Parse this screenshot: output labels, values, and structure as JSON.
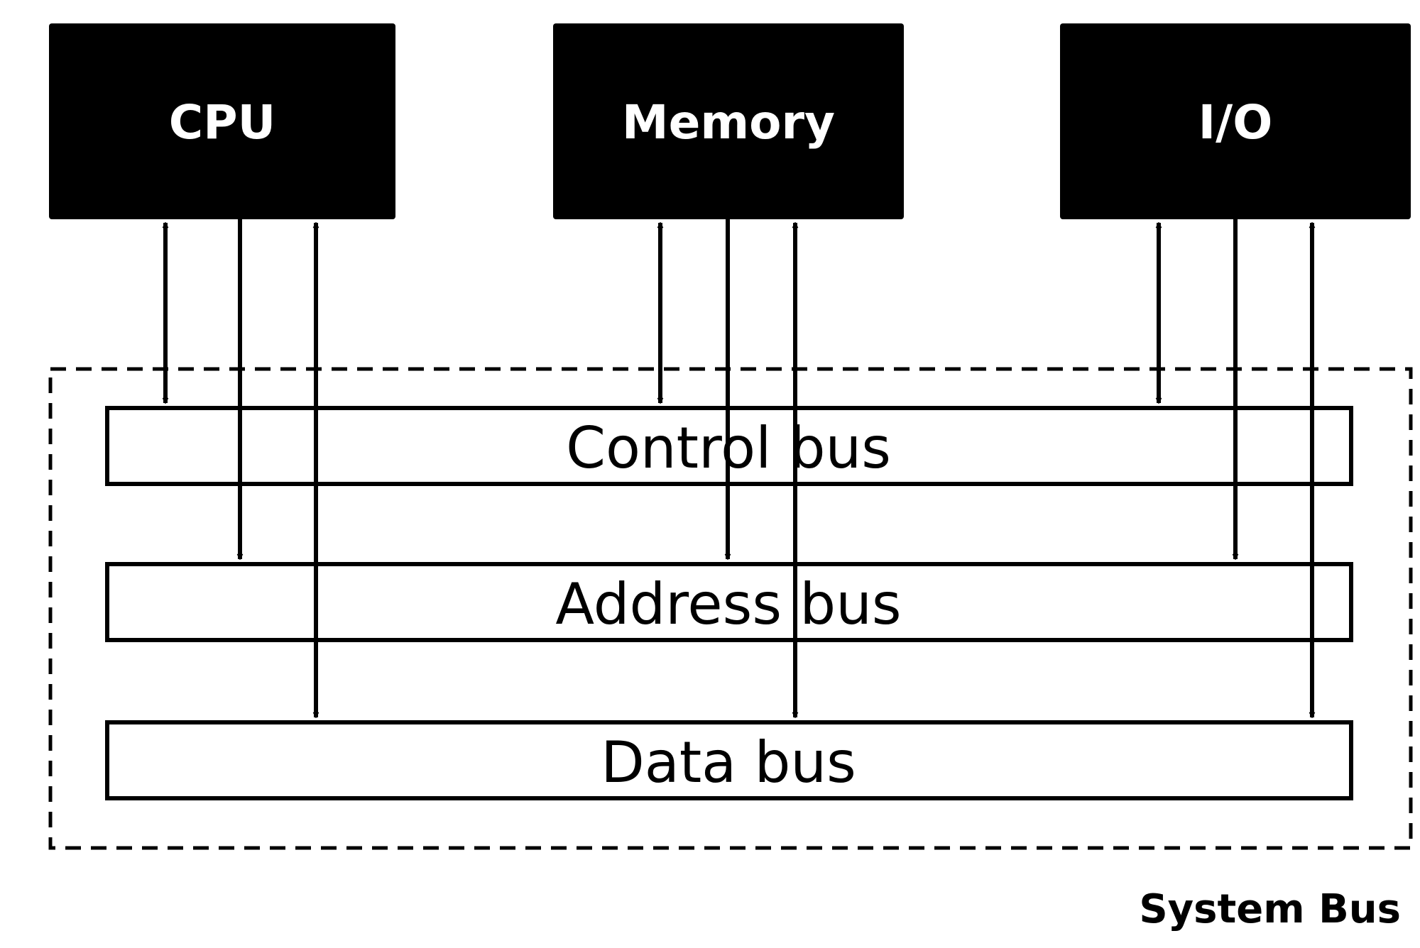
{
  "units": [
    {
      "key": "cpu",
      "label": "CPU"
    },
    {
      "key": "memory",
      "label": "Memory"
    },
    {
      "key": "io",
      "label": "I/O"
    }
  ],
  "buses": [
    {
      "key": "control",
      "label": "Control bus"
    },
    {
      "key": "address",
      "label": "Address bus"
    },
    {
      "key": "data",
      "label": "Data bus"
    }
  ],
  "system_bus_label": "System Bus",
  "connections": {
    "control": "bidirectional",
    "address": "unit-to-bus",
    "data": "bidirectional"
  },
  "colors": {
    "unit_fill": "#000000",
    "unit_text": "#ffffff",
    "line": "#000000",
    "background": "#ffffff"
  }
}
